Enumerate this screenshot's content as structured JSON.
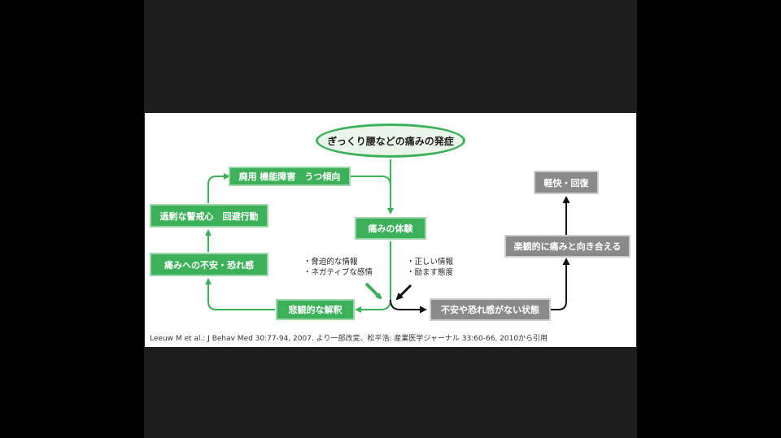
{
  "diagram": {
    "onset": "ぎっくり腰などの痛みの発症",
    "pain_experience": "痛みの体験",
    "disuse": "廃用 機能障害　うつ傾向",
    "hypervigilance": "過剰な警戒心　回避行動",
    "fear_anxiety": "痛みへの不安・恐れ感",
    "catastrophizing": "悲観的な解釈",
    "no_fear_state": "不安や恐れ感がない状態",
    "face_pain": "楽観的に痛みと向き合える",
    "recovery": "軽快・回復",
    "negative_info_1": "・脅迫的な情報",
    "negative_info_2": "・ネガティブな感情",
    "positive_info_1": "・正しい情報",
    "positive_info_2": "・励ます態度"
  },
  "citation": "Leeuw M et al.: J Behav Med 30:77-94, 2007. より一部改変、松平浩: 産業医学ジャーナル 33:60-66, 2010から引用",
  "colors": {
    "green": "#3db05a",
    "gray": "#8a8a8a",
    "arrow_dark": "#111111"
  }
}
